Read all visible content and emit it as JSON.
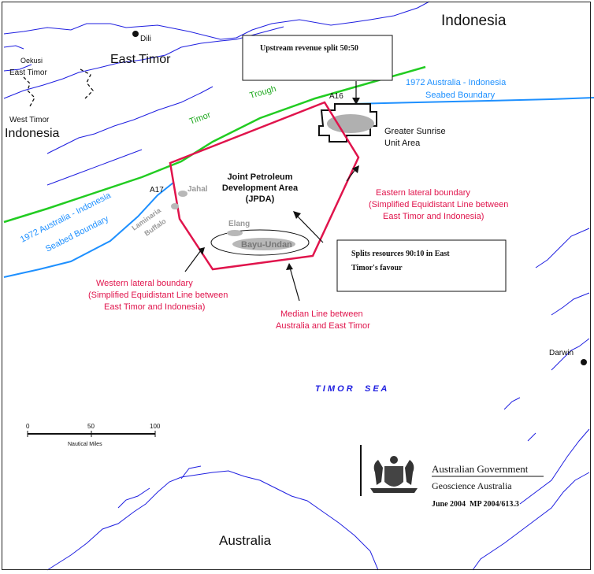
{
  "labels": {
    "indonesia_top": "Indonesia",
    "dili": "Dili",
    "east_timor": "East Timor",
    "oekusi_line1": "Oekusi",
    "oekusi_line2": "East Timor",
    "west_timor": "West Timor",
    "indonesia_left": "Indonesia",
    "timor_trough_1": "Timor",
    "timor_trough_2": "Trough",
    "a16": "A16",
    "a17": "A17",
    "seabed_right_line1": "1972 Australia - Indonesia",
    "seabed_right_line2": "Seabed Boundary",
    "seabed_left_line1": "1972 Australia - Indonesia",
    "seabed_left_line2": "Seabed Boundary",
    "greater_sunrise_line1": "Greater Sunrise",
    "greater_sunrise_line2": "Unit Area",
    "jpda_line1": "Joint Petroleum",
    "jpda_line2": "Development Area",
    "jpda_line3": "(JPDA)",
    "jahal": "Jahal",
    "laminaria": "Laminaria",
    "buffalo": "Buffalo",
    "elang": "Elang",
    "bayu_undan": "Bayu-Undan",
    "eastern_line1": "Eastern lateral boundary",
    "eastern_line2": "(Simplified Equidistant Line between",
    "eastern_line3": "East Timor and Indonesia)",
    "western_line1": "Western lateral boundary",
    "western_line2": "(Simplified Equidistant Line between",
    "western_line3": "East Timor and Indonesia)",
    "median_line1": "Median Line between",
    "median_line2": "Australia and East Timor",
    "timor_sea": "T I M O R     S E A",
    "darwin": "Darwin",
    "australia": "Australia"
  },
  "callouts": {
    "upstream": "Upstream revenue split 50:50",
    "splits_line1": "Splits resources 90:10 in East",
    "splits_line2": "Timor's favour"
  },
  "scale_bar": {
    "tick_0": "0",
    "tick_50": "50",
    "tick_100": "100",
    "unit": "Nautical Miles"
  },
  "credit": {
    "line1": "Australian Government",
    "line2": "Geoscience Australia",
    "line3": "June 2004  MP 2004/613.3"
  },
  "colors": {
    "coast": "#1f1fe0",
    "seabed": "#1e90ff",
    "trough": "#22cc22",
    "jpda": "#e0144c",
    "red_text": "#e0144c",
    "field_grey": "#b0b0b0"
  }
}
